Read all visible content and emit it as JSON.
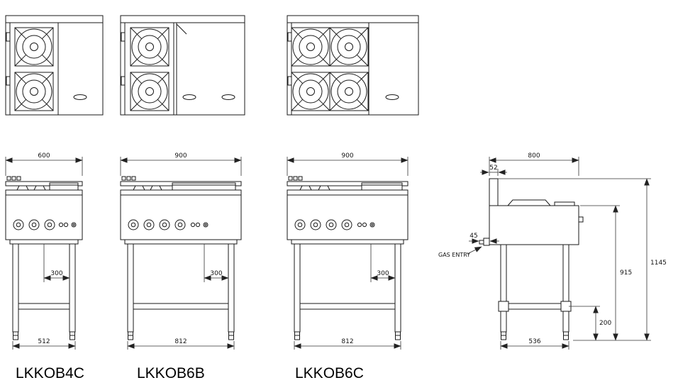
{
  "drawing": {
    "type": "technical-specification-drawing",
    "line_color": "#1a1a1a",
    "background": "#ffffff"
  },
  "models": [
    {
      "label": "LKKOB4C",
      "top_width_mm": "600",
      "burner_offset_mm": "300",
      "leg_span_mm": "512"
    },
    {
      "label": "LKKOB6B",
      "top_width_mm": "900",
      "burner_offset_mm": "300",
      "leg_span_mm": "812"
    },
    {
      "label": "LKKOB6C",
      "top_width_mm": "900",
      "burner_offset_mm": "300",
      "leg_span_mm": "812"
    }
  ],
  "side_view": {
    "depth_mm": "800",
    "rear_upstand_mm": "52",
    "gas_entry_offset_mm": "45",
    "gas_entry_label": "GAS ENTRY",
    "worktop_height_mm": "915",
    "overall_height_mm": "1145",
    "undershelf_height_mm": "200",
    "base_depth_mm": "536"
  }
}
